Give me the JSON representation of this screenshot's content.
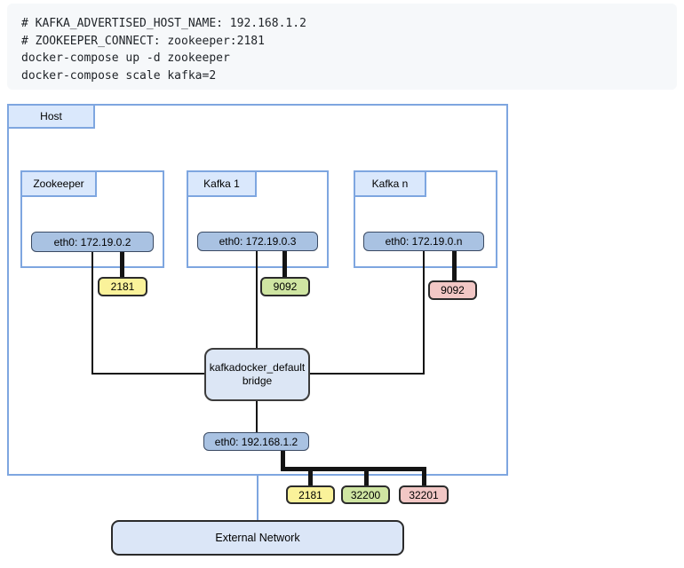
{
  "code_block": {
    "lines": [
      "# KAFKA_ADVERTISED_HOST_NAME: 192.168.1.2",
      "# ZOOKEEPER_CONNECT: zookeeper:2181",
      "docker-compose up -d zookeeper",
      "docker-compose scale kafka=2"
    ]
  },
  "diagram": {
    "host": {
      "label": "Host"
    },
    "containers": [
      {
        "label": "Zookeeper",
        "eth0": "eth0: 172.19.0.2",
        "port": "2181"
      },
      {
        "label": "Kafka 1",
        "eth0": "eth0: 172.19.0.3",
        "port": "9092"
      },
      {
        "label": "Kafka n",
        "eth0": "eth0: 172.19.0.n",
        "port": "9092"
      }
    ],
    "bridge": {
      "line1": "kafkadocker_default",
      "line2": "bridge"
    },
    "host_eth0": "eth0: 192.168.1.2",
    "published_ports": [
      {
        "label": "2181"
      },
      {
        "label": "32200"
      },
      {
        "label": "32201"
      }
    ],
    "external_network": {
      "label": "External Network"
    },
    "colors": {
      "port_yellow": "#faf29a",
      "port_green": "#cfe5a2",
      "port_pink": "#f2c7c5",
      "group_border_blue": "#7ea6e0",
      "tab_fill_blue": "#dae8fc",
      "eth_fill_blue": "#a9c2e2",
      "code_bg": "#f6f8fa"
    }
  }
}
